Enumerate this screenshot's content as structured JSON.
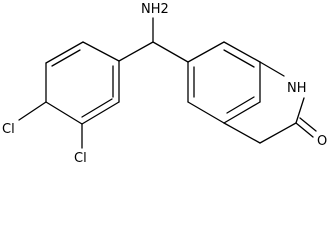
{
  "molecule": {
    "labels": {
      "amine": "NH2",
      "chlorine_upper": "Cl",
      "chlorine_lower": "Cl",
      "lactam_nh": "NH",
      "carbonyl_o": "O"
    }
  }
}
